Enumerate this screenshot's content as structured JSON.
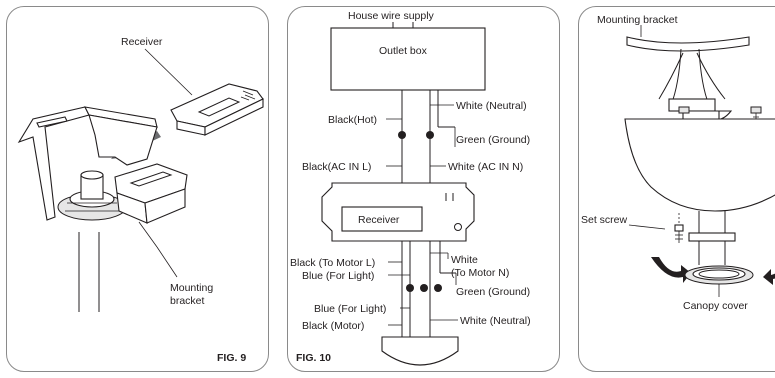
{
  "fig9": {
    "receiver_label": "Receiver",
    "bracket_label_1": "Mounting",
    "bracket_label_2": "bracket",
    "figure_label": "FIG. 9"
  },
  "fig10": {
    "house_wire_label": "House wire supply",
    "outlet_box_label": "Outlet box",
    "white_neutral_top": "White (Neutral)",
    "black_hot": "Black(Hot)",
    "green_ground_top": "Green (Ground)",
    "black_ac_in_l": "Black(AC IN L)",
    "white_ac_in_n": "White (AC IN N)",
    "receiver_label": "Receiver",
    "white_label": "White",
    "to_motor_n": "(To Motor N)",
    "black_to_motor_l": "Black (To Motor L)",
    "blue_for_light_top": "Blue (For Light)",
    "green_ground_bottom": "Green (Ground)",
    "blue_for_light_bottom": "Blue (For Light)",
    "black_motor": "Black (Motor)",
    "white_neutral_bottom": "White (Neutral)",
    "figure_label": "FIG. 10"
  },
  "fig11": {
    "mounting_bracket_label": "Mounting bracket",
    "set_screw_label": "Set screw",
    "canopy_cover_label": "Canopy cover"
  }
}
